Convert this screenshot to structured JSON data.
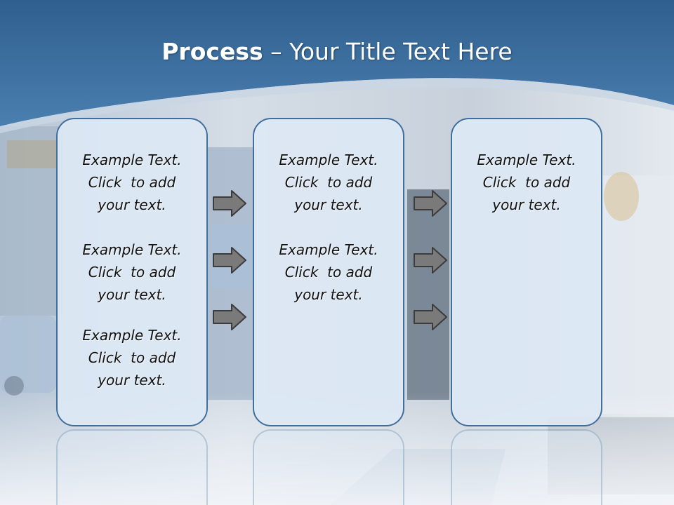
{
  "slide": {
    "title_bold": "Process",
    "title_rest": " – Your Title Text Here"
  },
  "columns": [
    {
      "blocks": [
        [
          "Example Text.",
          "Click  to add",
          "your text."
        ],
        [
          "Example Text.",
          "Click  to add",
          "your text."
        ],
        [
          "Example Text.",
          "Click  to add",
          "your text."
        ]
      ]
    },
    {
      "blocks": [
        [
          "Example Text.",
          "Click  to add",
          "your text."
        ],
        [
          "Example Text.",
          "Click  to add",
          "your text."
        ]
      ]
    },
    {
      "blocks": [
        [
          "Example Text.",
          "Click  to add",
          "your text."
        ]
      ]
    }
  ],
  "colors": {
    "header_blue": "#3a6c9c",
    "box_border": "#3f6f9f",
    "box_fill": "#dce8f4",
    "arrow_fill": "#7a7a7a"
  },
  "icons": [
    "right-arrow-icon"
  ]
}
